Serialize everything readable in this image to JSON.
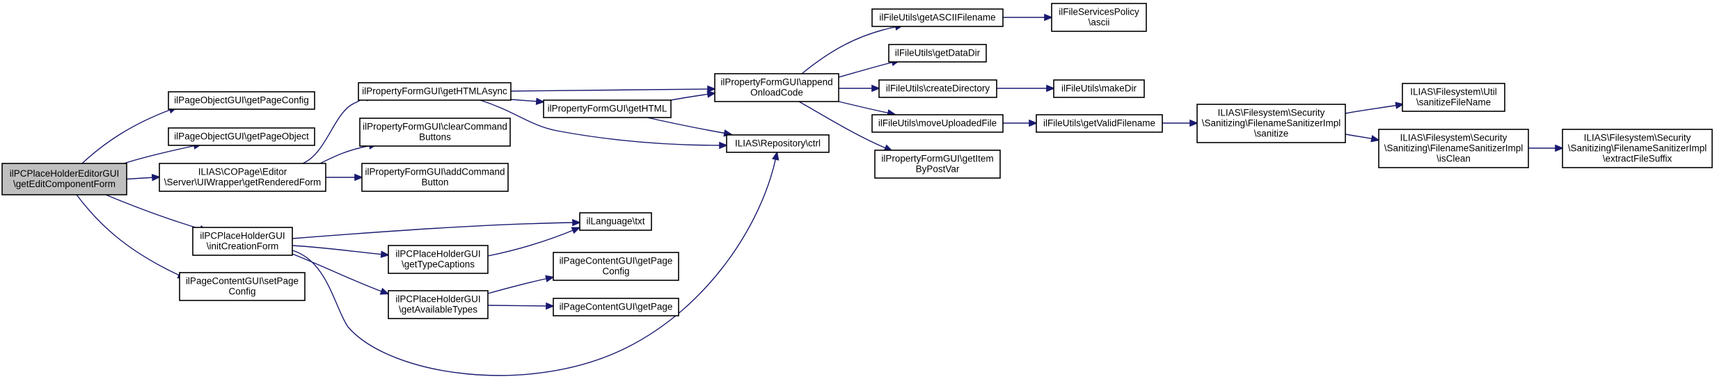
{
  "diagram": {
    "type": "call-graph",
    "nodes": [
      {
        "id": "root",
        "lines": [
          "ilPCPlaceHolderEditorGUI",
          "\\getEditComponentForm"
        ],
        "highlighted": true
      },
      {
        "id": "getPageConfig",
        "lines": [
          "ilPageObjectGUI\\getPageConfig"
        ]
      },
      {
        "id": "getPageObject",
        "lines": [
          "ilPageObjectGUI\\getPageObject"
        ]
      },
      {
        "id": "getRenderedForm",
        "lines": [
          "ILIAS\\COPage\\Editor",
          "\\Server\\UIWrapper\\getRenderedForm"
        ]
      },
      {
        "id": "initCreationForm",
        "lines": [
          "ilPCPlaceHolderGUI",
          "\\initCreationForm"
        ]
      },
      {
        "id": "setPageConfig",
        "lines": [
          "ilPageContentGUI\\setPage",
          "Config"
        ]
      },
      {
        "id": "getHTMLAsync",
        "lines": [
          "ilPropertyFormGUI\\getHTMLAsync"
        ]
      },
      {
        "id": "clearCommandButtons",
        "lines": [
          "ilPropertyFormGUI\\clearCommand",
          "Buttons"
        ]
      },
      {
        "id": "addCommandButton",
        "lines": [
          "ilPropertyFormGUI\\addCommand",
          "Button"
        ]
      },
      {
        "id": "getTypeCaptions",
        "lines": [
          "ilPCPlaceHolderGUI",
          "\\getTypeCaptions"
        ]
      },
      {
        "id": "getAvailableTypes",
        "lines": [
          "ilPCPlaceHolderGUI",
          "\\getAvailableTypes"
        ]
      },
      {
        "id": "getHTML",
        "lines": [
          "ilPropertyFormGUI\\getHTML"
        ]
      },
      {
        "id": "txt",
        "lines": [
          "ilLanguage\\txt"
        ]
      },
      {
        "id": "pcGetPageConfig",
        "lines": [
          "ilPageContentGUI\\getPage",
          "Config"
        ]
      },
      {
        "id": "pcGetPage",
        "lines": [
          "ilPageContentGUI\\getPage"
        ]
      },
      {
        "id": "appendOnloadCode",
        "lines": [
          "ilPropertyFormGUI\\append",
          "OnloadCode"
        ]
      },
      {
        "id": "ctrl",
        "lines": [
          "ILIAS\\Repository\\ctrl"
        ]
      },
      {
        "id": "getASCIIFilename",
        "lines": [
          "ilFileUtils\\getASCIIFilename"
        ]
      },
      {
        "id": "getDataDir",
        "lines": [
          "ilFileUtils\\getDataDir"
        ]
      },
      {
        "id": "createDirectory",
        "lines": [
          "ilFileUtils\\createDirectory"
        ]
      },
      {
        "id": "moveUploadedFile",
        "lines": [
          "ilFileUtils\\moveUploadedFile"
        ]
      },
      {
        "id": "getItemByPostVar",
        "lines": [
          "ilPropertyFormGUI\\getItem",
          "ByPostVar"
        ]
      },
      {
        "id": "ascii",
        "lines": [
          "ilFileServicesPolicy",
          "\\ascii"
        ]
      },
      {
        "id": "makeDir",
        "lines": [
          "ilFileUtils\\makeDir"
        ]
      },
      {
        "id": "getValidFilename",
        "lines": [
          "ilFileUtils\\getValidFilename"
        ]
      },
      {
        "id": "sanitize",
        "lines": [
          "ILIAS\\Filesystem\\Security",
          "\\Sanitizing\\FilenameSanitizerImpl",
          "\\sanitize"
        ]
      },
      {
        "id": "sanitizeFileName",
        "lines": [
          "ILIAS\\Filesystem\\Util",
          "\\sanitizeFileName"
        ]
      },
      {
        "id": "isClean",
        "lines": [
          "ILIAS\\Filesystem\\Security",
          "\\Sanitizing\\FilenameSanitizerImpl",
          "\\isClean"
        ]
      },
      {
        "id": "extractFileSuffix",
        "lines": [
          "ILIAS\\Filesystem\\Security",
          "\\Sanitizing\\FilenameSanitizerImpl",
          "\\extractFileSuffix"
        ]
      }
    ],
    "edges": [
      {
        "from": "root",
        "to": "getPageConfig"
      },
      {
        "from": "root",
        "to": "getPageObject"
      },
      {
        "from": "root",
        "to": "getRenderedForm"
      },
      {
        "from": "root",
        "to": "initCreationForm"
      },
      {
        "from": "root",
        "to": "setPageConfig"
      },
      {
        "from": "getRenderedForm",
        "to": "getHTMLAsync"
      },
      {
        "from": "getRenderedForm",
        "to": "clearCommandButtons"
      },
      {
        "from": "getRenderedForm",
        "to": "addCommandButton"
      },
      {
        "from": "getHTMLAsync",
        "to": "appendOnloadCode"
      },
      {
        "from": "getHTMLAsync",
        "to": "getHTML"
      },
      {
        "from": "getHTMLAsync",
        "to": "ctrl"
      },
      {
        "from": "getHTML",
        "to": "appendOnloadCode"
      },
      {
        "from": "getHTML",
        "to": "ctrl"
      },
      {
        "from": "initCreationForm",
        "to": "txt"
      },
      {
        "from": "initCreationForm",
        "to": "getTypeCaptions"
      },
      {
        "from": "initCreationForm",
        "to": "getAvailableTypes"
      },
      {
        "from": "initCreationForm",
        "to": "ctrl"
      },
      {
        "from": "getTypeCaptions",
        "to": "txt"
      },
      {
        "from": "getAvailableTypes",
        "to": "pcGetPageConfig"
      },
      {
        "from": "getAvailableTypes",
        "to": "pcGetPage"
      },
      {
        "from": "appendOnloadCode",
        "to": "getASCIIFilename"
      },
      {
        "from": "appendOnloadCode",
        "to": "getDataDir"
      },
      {
        "from": "appendOnloadCode",
        "to": "createDirectory"
      },
      {
        "from": "appendOnloadCode",
        "to": "moveUploadedFile"
      },
      {
        "from": "appendOnloadCode",
        "to": "getItemByPostVar"
      },
      {
        "from": "getASCIIFilename",
        "to": "ascii"
      },
      {
        "from": "createDirectory",
        "to": "makeDir"
      },
      {
        "from": "moveUploadedFile",
        "to": "getValidFilename"
      },
      {
        "from": "getValidFilename",
        "to": "sanitize"
      },
      {
        "from": "sanitize",
        "to": "sanitizeFileName"
      },
      {
        "from": "sanitize",
        "to": "isClean"
      },
      {
        "from": "isClean",
        "to": "extractFileSuffix"
      }
    ]
  }
}
